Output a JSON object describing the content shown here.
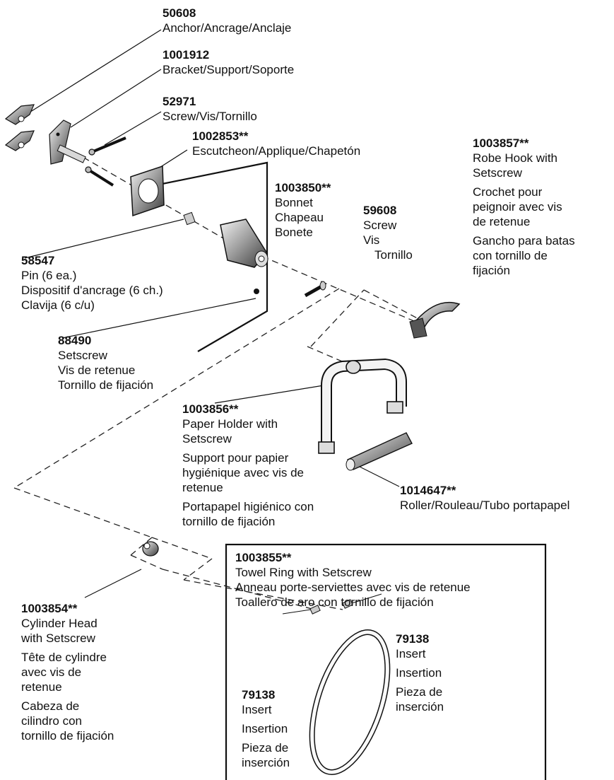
{
  "parts": {
    "anchor": {
      "number": "50608",
      "desc": [
        "Anchor/Ancrage/Anclaje"
      ]
    },
    "bracket": {
      "number": "1001912",
      "desc": [
        "Bracket/Support/Soporte"
      ]
    },
    "screw_mount": {
      "number": "52971",
      "desc": [
        "Screw/Vis/Tornillo"
      ]
    },
    "escutcheon": {
      "number": "1002853**",
      "desc": [
        "Escutcheon/Applique/Chapetón"
      ]
    },
    "bonnet": {
      "number": "1003850**",
      "desc": [
        "Bonnet",
        "Chapeau",
        "Bonete"
      ]
    },
    "screw_small": {
      "number": "59608",
      "desc": [
        "Screw",
        "Vis",
        "Tornillo"
      ]
    },
    "robe_hook": {
      "number": "1003857**",
      "desc": [
        "Robe Hook with",
        "Setscrew"
      ],
      "desc_fr": [
        "Crochet pour",
        "peignoir avec vis",
        "de retenue"
      ],
      "desc_es": [
        "Gancho para batas",
        "con tornillo de",
        "fijación"
      ]
    },
    "pin": {
      "number": "58547",
      "desc": [
        "Pin (6 ea.)",
        "Dispositif d'ancrage (6 ch.)",
        "Clavija (6 c/u)"
      ]
    },
    "setscrew": {
      "number": "88490",
      "desc": [
        "Setscrew",
        "Vis de retenue",
        "Tornillo de fijación"
      ]
    },
    "paper_holder": {
      "number": "1003856**",
      "desc": [
        "Paper Holder with",
        "Setscrew"
      ],
      "desc_fr": [
        "Support pour papier",
        "hygiénique avec vis de",
        "retenue"
      ],
      "desc_es": [
        "Portapapel higiénico con",
        "tornillo de fijación"
      ]
    },
    "roller": {
      "number": "1014647**",
      "desc": [
        "Roller/Rouleau/Tubo portapapel"
      ]
    },
    "towel_ring": {
      "number": "1003855**",
      "desc": [
        "Towel Ring with Setscrew",
        "Anneau porte-serviettes avec vis de retenue",
        "Toallero de aro con tornillo de fijación"
      ]
    },
    "cylinder_head": {
      "number": "1003854**",
      "desc": [
        "Cylinder Head",
        "with Setscrew"
      ],
      "desc_fr": [
        "Tête de cylindre",
        "avec vis de",
        "retenue"
      ],
      "desc_es": [
        "Cabeza de",
        "cilindro con",
        "tornillo de fijación"
      ]
    },
    "insert_right": {
      "number": "79138",
      "desc": [
        "Insert"
      ],
      "desc_fr": [
        "Insertion"
      ],
      "desc_es": [
        "Pieza de",
        "inserción"
      ]
    },
    "insert_left": {
      "number": "79138",
      "desc": [
        "Insert"
      ],
      "desc_fr": [
        "Insertion"
      ],
      "desc_es": [
        "Pieza de",
        "inserción"
      ]
    }
  }
}
